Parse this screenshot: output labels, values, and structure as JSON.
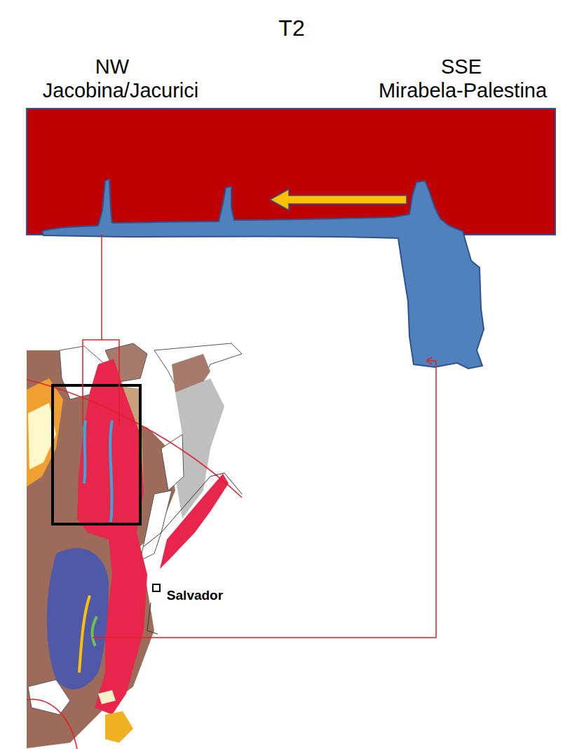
{
  "diagram": {
    "title": "T2",
    "labels": [
      "NW",
      "Jacobina/Jacurici",
      "SSE",
      "Mirabela-Palestina",
      "Salvador"
    ]
  }
}
